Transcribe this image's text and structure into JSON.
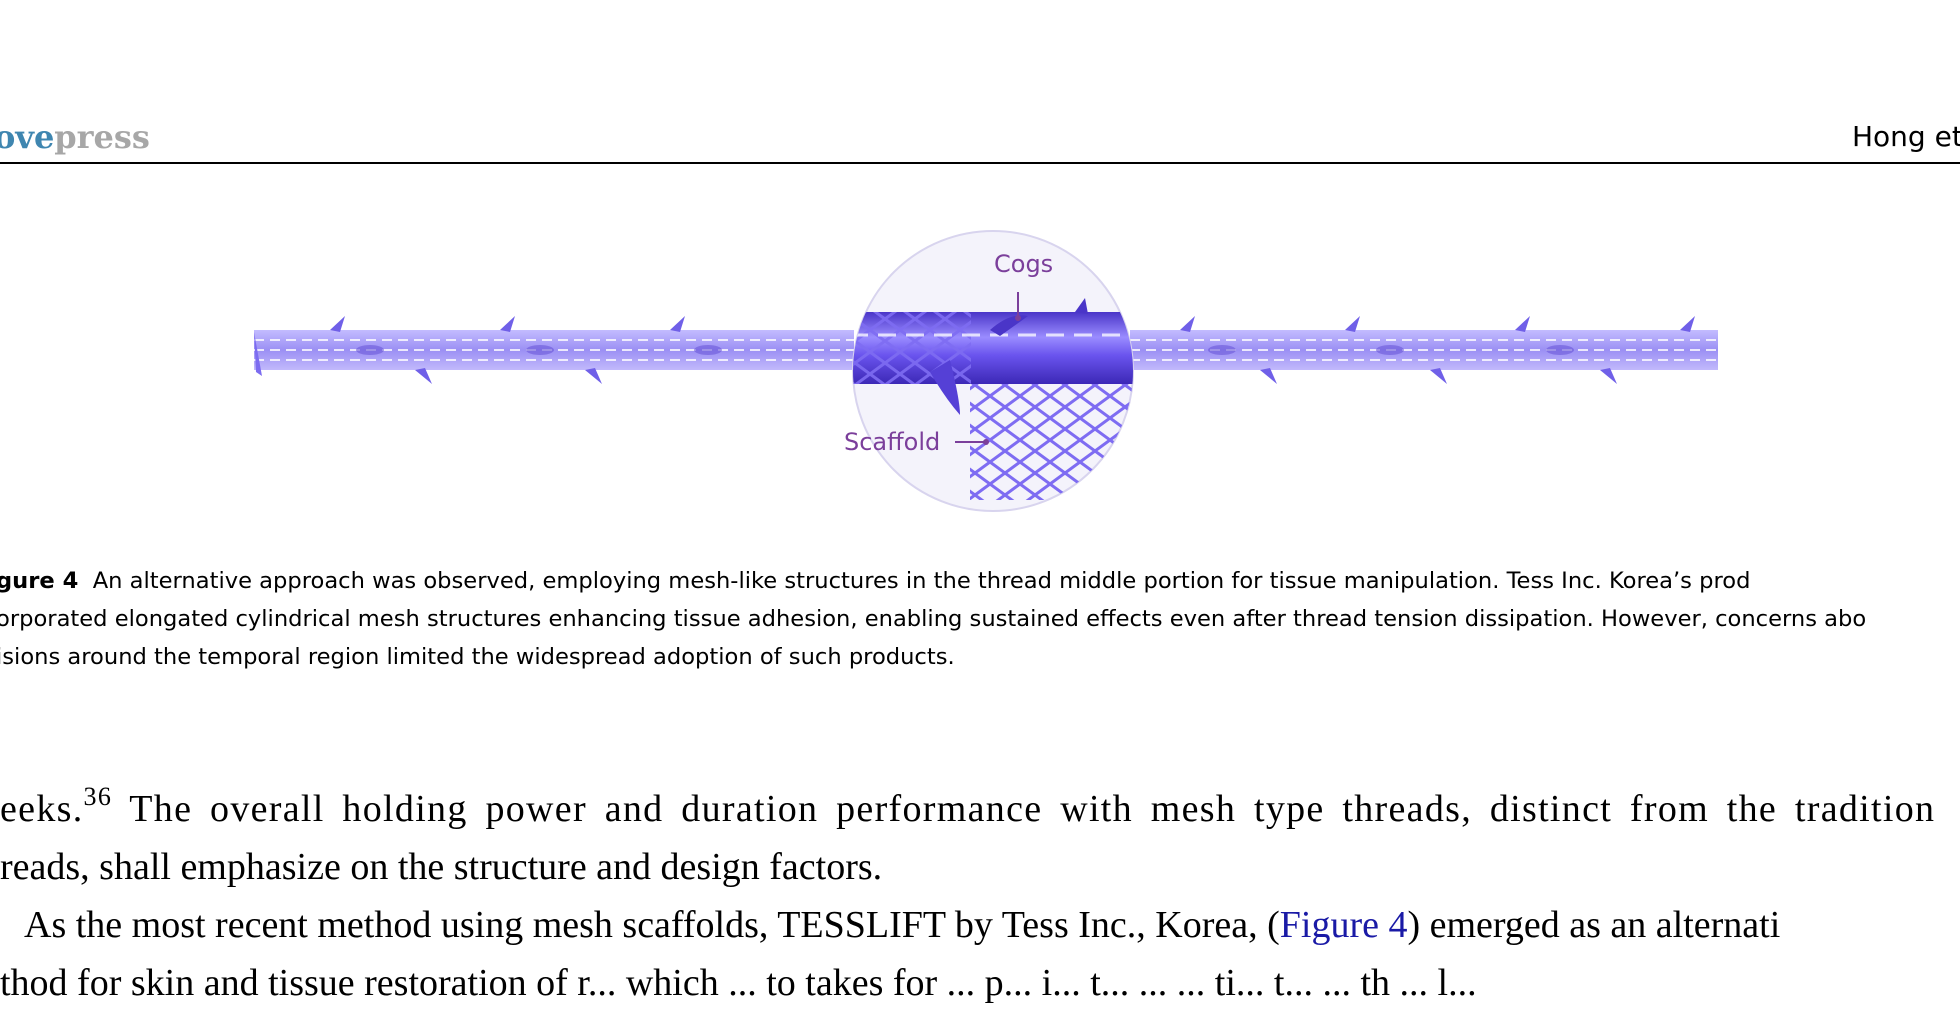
{
  "header": {
    "journal_logo_part1": "ove",
    "journal_logo_part2": "press",
    "running_head": "Hong et"
  },
  "figure": {
    "label_cogs": "Cogs",
    "label_scaffold": "Scaffold",
    "thread_color": "#7c6cf0",
    "highlight_color": "#6a50e8",
    "zoom_circle_color": "#ebe9f6"
  },
  "caption": {
    "label": "gure 4",
    "line1_text": "An alternative approach was observed, employing mesh-like structures in the thread middle portion for tissue manipulation. Tess Inc. Korea’s prod",
    "line2_text": "orporated elongated cylindrical mesh structures enhancing tissue adhesion, enabling sustained effects even after thread tension dissipation. However, concerns abo",
    "line3_text": "isions around the temporal region limited the widespread adoption of such products."
  },
  "body": {
    "line1_start": "eeks.",
    "line1_sup": "36",
    "line1_rest": " The overall holding power and duration performance with mesh type threads, distinct from the tradition",
    "line2": "reads, shall emphasize on the structure and design factors.",
    "line3_start": "As the most recent method using mesh scaffolds, TESSLIFT by Tess Inc., Korea, (",
    "line3_link": "Figure 4",
    "line3_end": ") emerged as an alternati",
    "line4": "thod for skin and tissue restoration of r... which ... to takes for ... p... i... t... ... ... ti... t... ... th ... l..."
  }
}
